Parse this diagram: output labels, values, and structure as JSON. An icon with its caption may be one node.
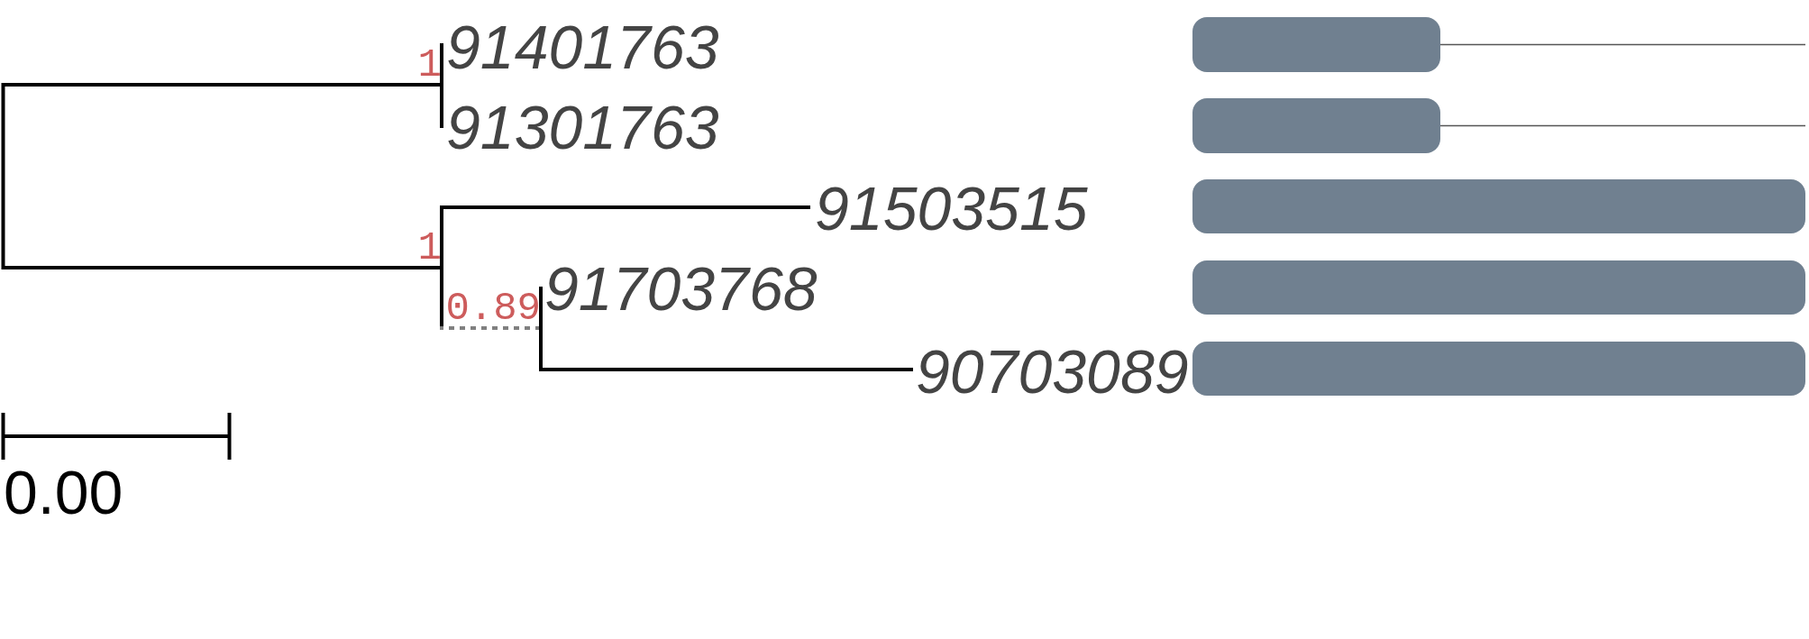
{
  "diagram": {
    "nodes": [
      {
        "text": [
          "1"
        ]
      },
      {
        "text": [
          "91401763"
        ]
      },
      {
        "text": [
          "91301763"
        ]
      },
      {
        "text": [
          "1"
        ]
      },
      {
        "text": [
          "91503515"
        ]
      },
      {
        "text": [
          "0.89"
        ]
      },
      {
        "text": [
          "91703768"
        ]
      },
      {
        "text": [
          "90703089"
        ]
      },
      {
        "text": [],
        "shape": "bar"
      },
      {
        "text": [],
        "shape": "bar"
      },
      {
        "text": [],
        "shape": "bar"
      },
      {
        "text": [],
        "shape": "bar"
      },
      {
        "text": [],
        "shape": "bar"
      }
    ],
    "edges": [
      {
        "from": 0,
        "to": 1,
        "arrow": "none"
      },
      {
        "from": 0,
        "to": 2,
        "arrow": "none"
      },
      {
        "from": 0,
        "to": 3,
        "arrow": "none"
      },
      {
        "from": 3,
        "to": 4,
        "arrow": "none"
      },
      {
        "from": 3,
        "to": 5,
        "arrow": "none",
        "style": "dashed",
        "color": "#808080"
      },
      {
        "from": 5,
        "to": 6,
        "arrow": "none"
      },
      {
        "from": 5,
        "to": 7,
        "arrow": "none"
      }
    ],
    "labels": [
      "0.00"
    ]
  }
}
